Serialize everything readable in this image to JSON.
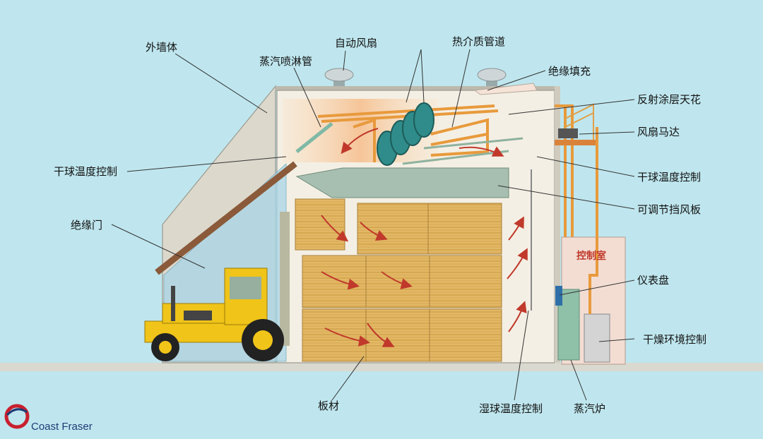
{
  "labels": {
    "outer_wall": "外墙体",
    "steam_spray_pipe": "蒸汽喷淋管",
    "auto_fan": "自动风扇",
    "heat_medium_pipe": "热介质管道",
    "insulation_fill": "绝缘填充",
    "reflective_ceiling": "反射涂层天花",
    "fan_motor": "风扇马达",
    "dry_bulb_control_left": "干球温度控制",
    "dry_bulb_control_right": "干球温度控制",
    "adjustable_baffle": "可调节挡风板",
    "insulated_door": "绝缘门",
    "control_room": "控制室",
    "instrument_panel": "仪表盘",
    "dry_env_control": "干燥环境控制",
    "lumber": "板材",
    "wet_bulb_control": "湿球温度控制",
    "steam_boiler": "蒸汽炉"
  },
  "logo": {
    "text": "Coast Fraser"
  },
  "colors": {
    "background": "#bfe6ee",
    "wall": "#e6e2d6",
    "wood": "#e2b865",
    "pipe": "#e89a3c",
    "fan": "#2f8c8a",
    "arrow": "#c0392b",
    "forklift": "#f0c419",
    "logo": "#c8202e"
  }
}
